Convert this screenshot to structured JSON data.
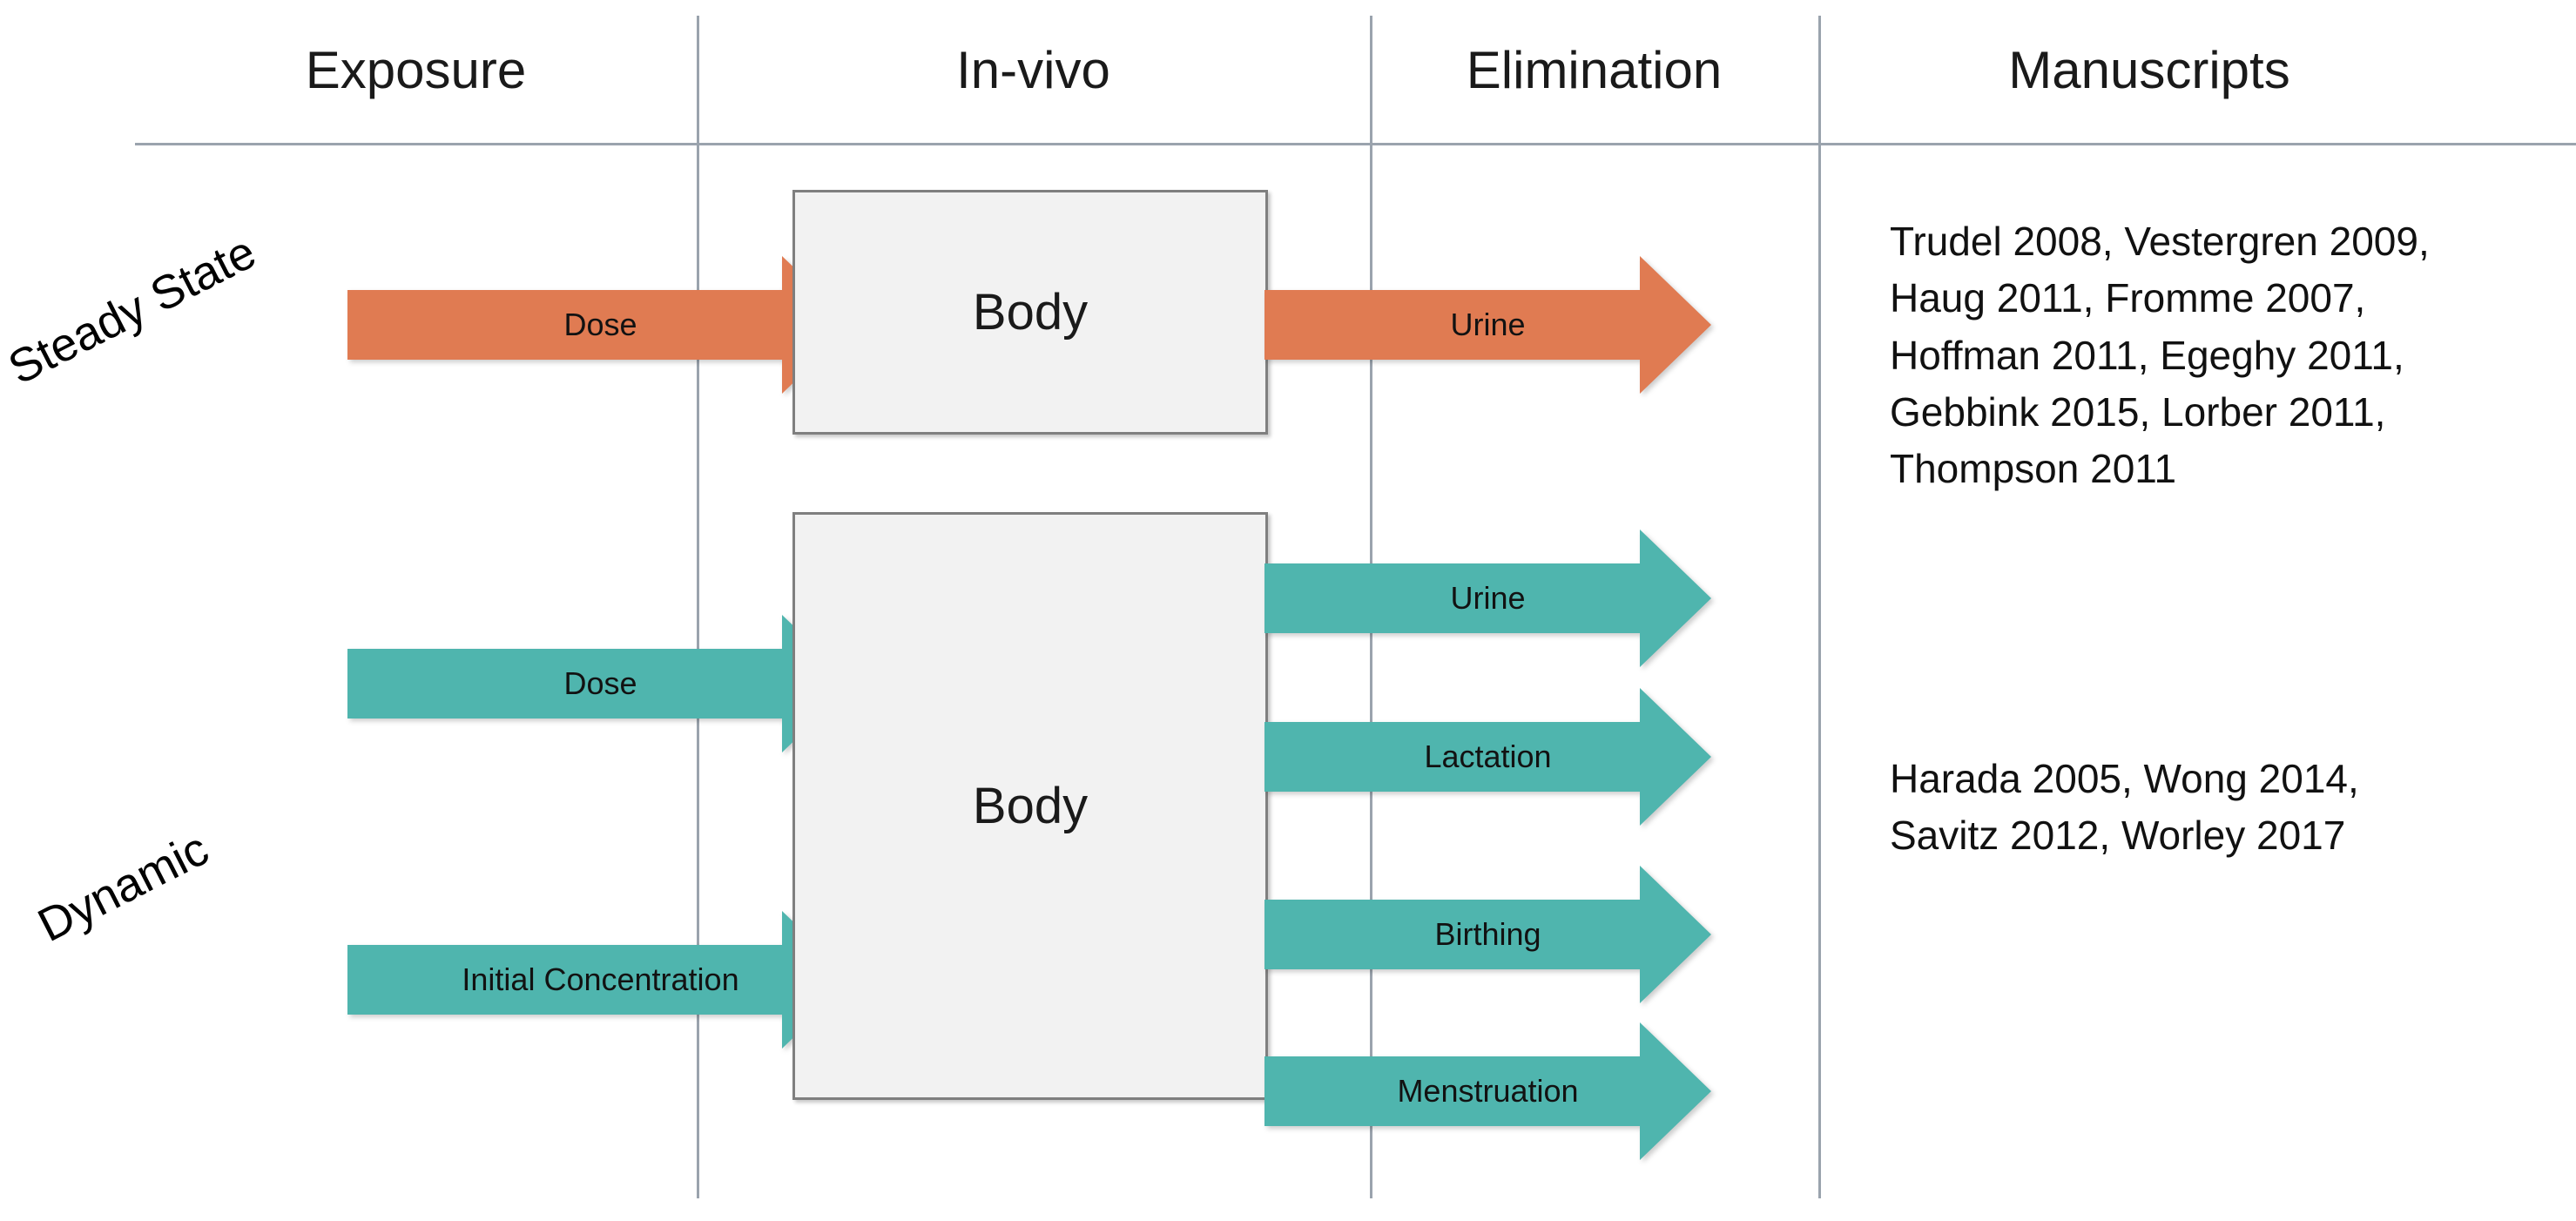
{
  "columns": [
    {
      "key": "exposure",
      "label": "Exposure"
    },
    {
      "key": "invivo",
      "label": "In-vivo"
    },
    {
      "key": "elimination",
      "label": "Elimination"
    },
    {
      "key": "manuscripts",
      "label": "Manuscripts"
    }
  ],
  "rows": [
    {
      "key": "steady-state",
      "label": "Steady State",
      "color": "#e07b52",
      "body_label": "Body",
      "exposure_arrows": [
        {
          "label": "Dose"
        }
      ],
      "elimination_arrows": [
        {
          "label": "Urine"
        }
      ],
      "manuscripts": "Trudel 2008, Vestergren 2009,\n Haug 2011, Fromme 2007,\nHoffman 2011, Egeghy 2011,\nGebbink 2015, Lorber 2011,\nThompson 2011"
    },
    {
      "key": "dynamic",
      "label": "Dynamic",
      "color": "#4fb5ae",
      "body_label": "Body",
      "exposure_arrows": [
        {
          "label": "Dose"
        },
        {
          "label": "Initial Concentration"
        }
      ],
      "elimination_arrows": [
        {
          "label": "Urine"
        },
        {
          "label": "Lactation"
        },
        {
          "label": "Birthing"
        },
        {
          "label": "Menstruation"
        }
      ],
      "manuscripts": "Harada 2005, Wong 2014,\nSavitz 2012, Worley 2017"
    }
  ],
  "colors": {
    "steady_state_arrow": "#e07b52",
    "dynamic_arrow": "#4fb5ae",
    "body_fill": "#f2f2f2",
    "body_border": "#7f7f7f",
    "rule": "#9aa3ad",
    "background": "#ffffff",
    "text": "#111111"
  }
}
